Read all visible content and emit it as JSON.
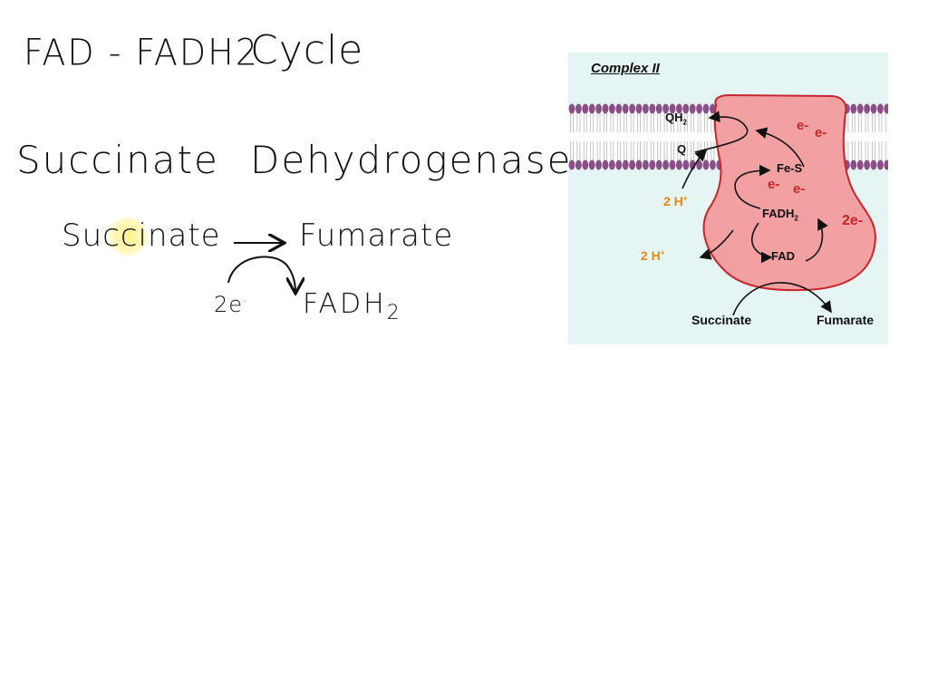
{
  "notes": {
    "title_left": "FAD - FADH2",
    "title_right": "Cycle",
    "enzyme_word1": "Succinate",
    "enzyme_word2": "Dehydrogenase",
    "reaction_substrate": "Succinate",
    "reaction_product": "Fumarate",
    "electrons": "2e",
    "electron_sign": "-",
    "carrier": "FADH",
    "carrier_sub": "2"
  },
  "figure": {
    "title": "Complex II",
    "qh2": "QH",
    "qh2_sub": "2",
    "q": "Q",
    "fes": "Fe-S",
    "fadh2": "FADH",
    "fadh2_sub": "2",
    "fad": "FAD",
    "succinate": "Succinate",
    "fumarate": "Fumarate",
    "e1": "e-",
    "e2": "e-",
    "e3": "e-",
    "e4": "e-",
    "two_e": "2e-",
    "proton_top": "2 H",
    "proton_bottom": "2 H",
    "proton_sup": "+"
  },
  "colors": {
    "membrane_head": "#8a4f86",
    "membrane_tail": "#bfbfbf",
    "protein_fill": "#f2a0a2",
    "protein_edge": "#c8262e",
    "electron_text": "#c62828",
    "proton_text": "#e48a0c",
    "panel_bg": "#e4f5f3"
  }
}
